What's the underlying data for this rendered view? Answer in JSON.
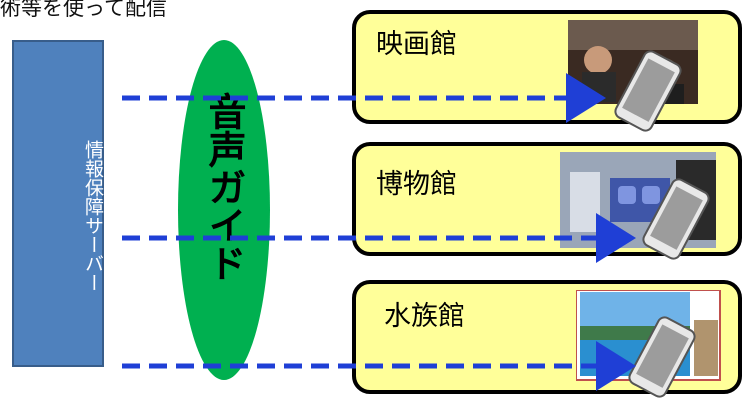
{
  "caption": "術等を使って配信",
  "server": {
    "label": "情報保障サーバー",
    "color": "#4f81bd"
  },
  "guide": {
    "label": "音声ガイド",
    "color": "#00b050"
  },
  "venues": [
    {
      "label": "映画館",
      "photo_icon": "movie-theater-photo"
    },
    {
      "label": "博物館",
      "photo_icon": "museum-display-photo"
    },
    {
      "label": "水族館",
      "photo_icon": "aquarium-photo"
    }
  ],
  "colors": {
    "arrow": "#1f3fd6",
    "venue_fill": "#ffff99",
    "phone": "#d9d9d9"
  }
}
